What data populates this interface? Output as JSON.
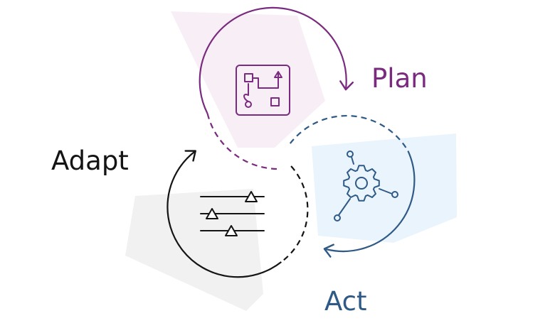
{
  "stages": [
    {
      "id": "plan",
      "label": "Plan",
      "color": "#7a2a7f",
      "icon": "route-map-icon",
      "backdrop": "#f7eff5"
    },
    {
      "id": "act",
      "label": "Act",
      "color": "#2f5a86",
      "icon": "gear-network-icon",
      "backdrop": "#e9f4fd"
    },
    {
      "id": "adapt",
      "label": "Adapt",
      "color": "#141414",
      "icon": "sliders-icon",
      "backdrop": "#f1f1f1"
    }
  ],
  "flow": [
    "plan",
    "act",
    "adapt",
    "plan"
  ]
}
